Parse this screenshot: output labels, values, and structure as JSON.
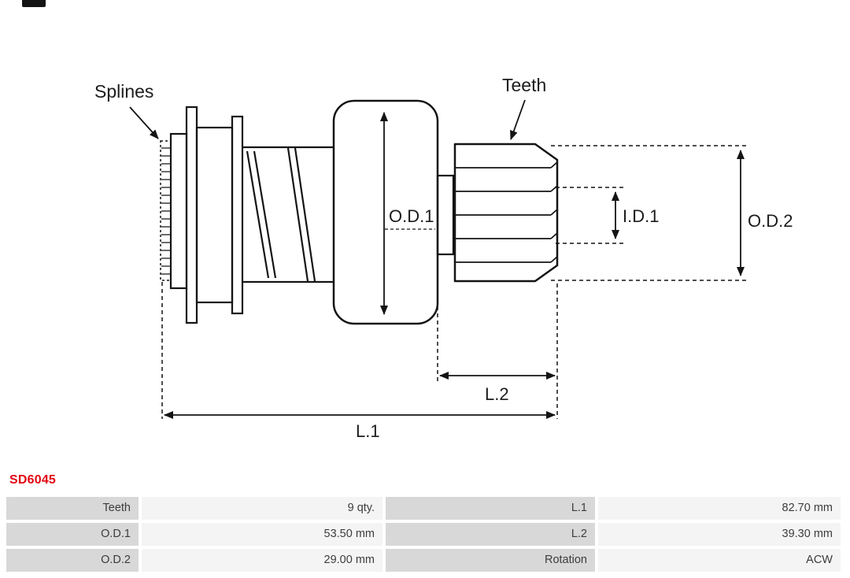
{
  "part_number": {
    "text": "SD6045",
    "color": "#e30613"
  },
  "diagram": {
    "labels": {
      "splines": "Splines",
      "teeth": "Teeth",
      "od1": "O.D.1",
      "id1": "I.D.1",
      "od2": "O.D.2",
      "l1": "L.1",
      "l2": "L.2"
    }
  },
  "table": {
    "rows": [
      [
        "Teeth",
        "9 qty.",
        "L.1",
        "82.70 mm"
      ],
      [
        "O.D.1",
        "53.50 mm",
        "L.2",
        "39.30 mm"
      ],
      [
        "O.D.2",
        "29.00 mm",
        "Rotation",
        "ACW"
      ]
    ]
  }
}
